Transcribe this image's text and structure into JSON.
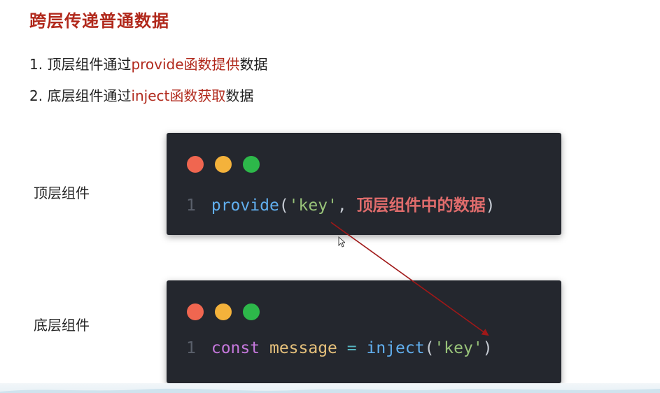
{
  "slide": {
    "title": "跨层传递普通数据",
    "points": [
      {
        "prefix": "1. 顶层组件通过",
        "highlight": "provide函数提供",
        "suffix": "数据"
      },
      {
        "prefix": "2. 底层组件通过",
        "highlight": "inject函数获取",
        "suffix": "数据"
      }
    ],
    "labels": {
      "top": "顶层组件",
      "bottom": "底层组件"
    },
    "code_top": {
      "line_number": "1",
      "fn": "provide",
      "open": "(",
      "str": "'key'",
      "comma": ", ",
      "arg": "顶层组件中的数据",
      "close": ")"
    },
    "code_bottom": {
      "line_number": "1",
      "keyword": "const",
      "var": "message",
      "op": "=",
      "fn": "inject",
      "open": "(",
      "str": "'key'",
      "close": ")"
    },
    "colors": {
      "accent_red": "#b1291c",
      "window_bg": "#24272e",
      "dot_red": "#f06650",
      "dot_yellow": "#f4b23b",
      "dot_green": "#2db84a",
      "arrow": "#a01818"
    },
    "icons": {
      "window_controls": [
        "close-dot-icon",
        "minimize-dot-icon",
        "maximize-dot-icon"
      ],
      "pointer": "mouse-cursor-icon",
      "annotation": "arrow-icon"
    }
  }
}
